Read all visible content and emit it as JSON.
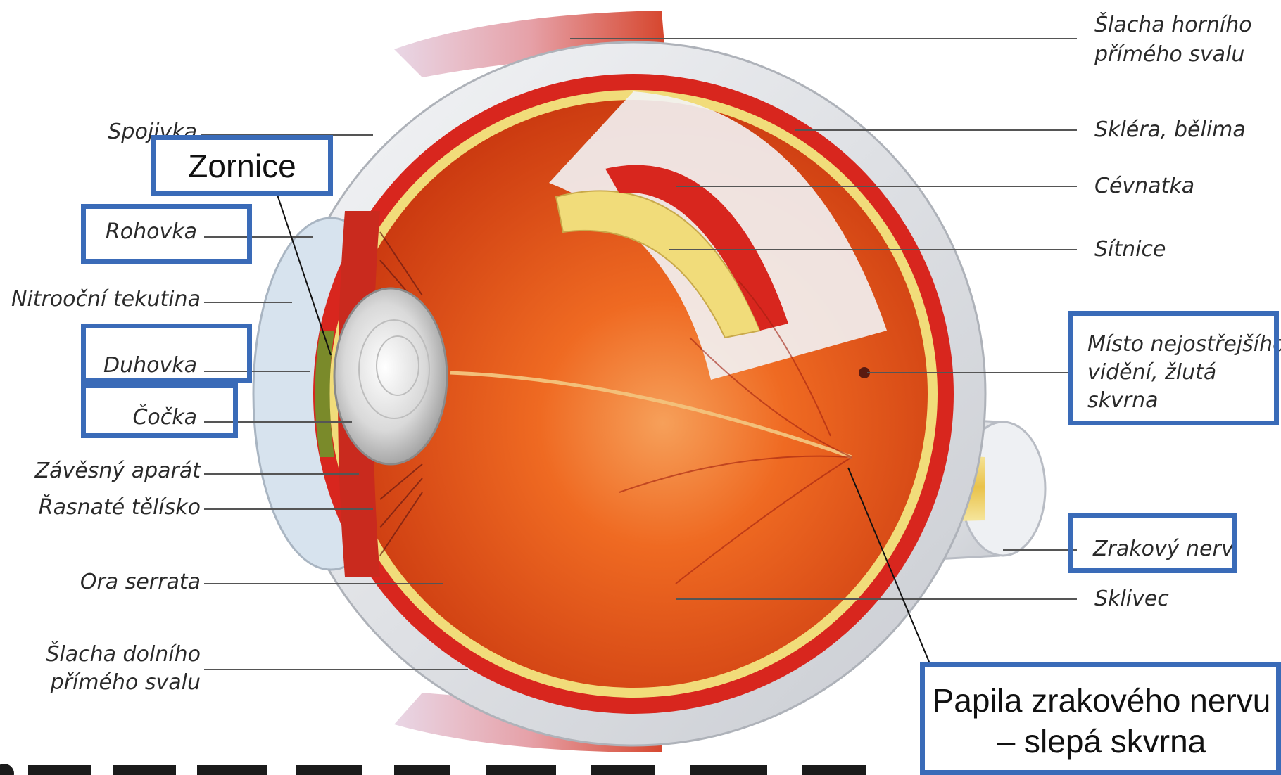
{
  "left_labels": {
    "spojivka": "Spojivka",
    "rohovka": "Rohovka",
    "nitrooční_tekutina": "Nitrooční tekutina",
    "duhovka": "Duhovka",
    "cocka": "Čočka",
    "zavesny_aparat": "Závěsný aparát",
    "rasnate_telisko": "Řasnaté tělísko",
    "ora_serrata": "Ora serrata",
    "slacha_dolniho_1": "Šlacha dolního",
    "slacha_dolniho_2": "přímého svalu"
  },
  "right_labels": {
    "slacha_horniho_1": "Šlacha horního",
    "slacha_horniho_2": "přímého svalu",
    "sklera": "Skléra, bělima",
    "cevnatka": "Cévnatka",
    "sitnice": "Sítnice",
    "misto_1": "Místo nejostřejšího",
    "misto_2": "vidění, žlutá",
    "misto_3": "skvrna",
    "zrakovy_nerv": "Zrakový nerv",
    "sklivec": "Sklivec"
  },
  "callouts": {
    "zornice": "Zornice",
    "papila_1": "Papila zrakového nervu",
    "papila_2": "– slepá skvrna"
  },
  "colors": {
    "highlight_box": "#3a6bb8",
    "vitreous": "#e8531c",
    "choroid": "#d8261e",
    "retina": "#f1dc7a",
    "sclera": "#e6e8ec"
  }
}
